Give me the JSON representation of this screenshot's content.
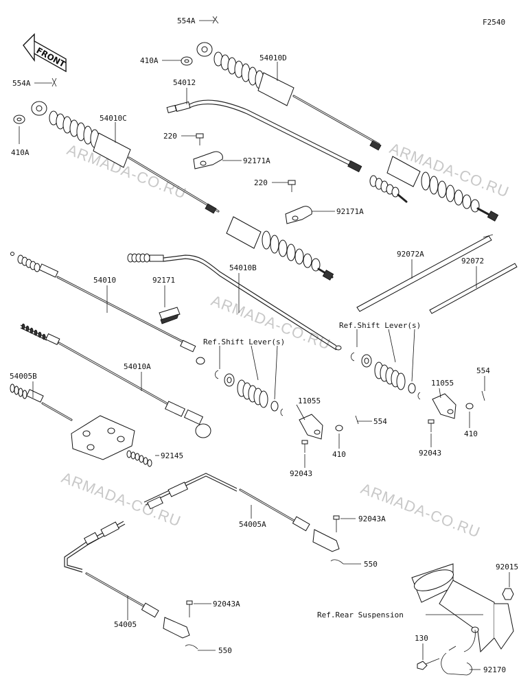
{
  "figure_code": "F2540",
  "front_label": "FRONT",
  "watermarks": [
    "ARMADA-CO.RU",
    "ARMADA-CO.RU",
    "ARMADA-CO.RU",
    "ARMADA-CO.RU",
    "ARMADA-CO.RU"
  ],
  "refs": {
    "shift_lever_right": "Ref.Shift Lever(s)",
    "shift_lever_left": "Ref.Shift Lever(s)",
    "rear_suspension": "Ref.Rear Suspension"
  },
  "callouts": {
    "p554A_top": "554A",
    "p554A_left": "554A",
    "p410A_top": "410A",
    "p410A_left": "410A",
    "p54010D": "54010D",
    "p54012": "54012",
    "p54010C": "54010C",
    "p220_a": "220",
    "p92171A_a": "92171A",
    "p220_b": "220",
    "p92171A_b": "92171A",
    "p92072A": "92072A",
    "p92072": "92072",
    "p54010B": "54010B",
    "p54010": "54010",
    "p92171": "92171",
    "p54010A": "54010A",
    "p54005B": "54005B",
    "p92145": "92145",
    "p11055_r": "11055",
    "p554_r": "554",
    "p410_r": "410",
    "p92043_r": "92043",
    "p11055_l": "11055",
    "p554_l": "554",
    "p410_l": "410",
    "p92043_l": "92043",
    "p54005A": "54005A",
    "p92043A_a": "92043A",
    "p550_a": "550",
    "p54005": "54005",
    "p92043A_b": "92043A",
    "p550_b": "550",
    "p92015": "92015",
    "p130": "130",
    "p92170": "92170"
  }
}
